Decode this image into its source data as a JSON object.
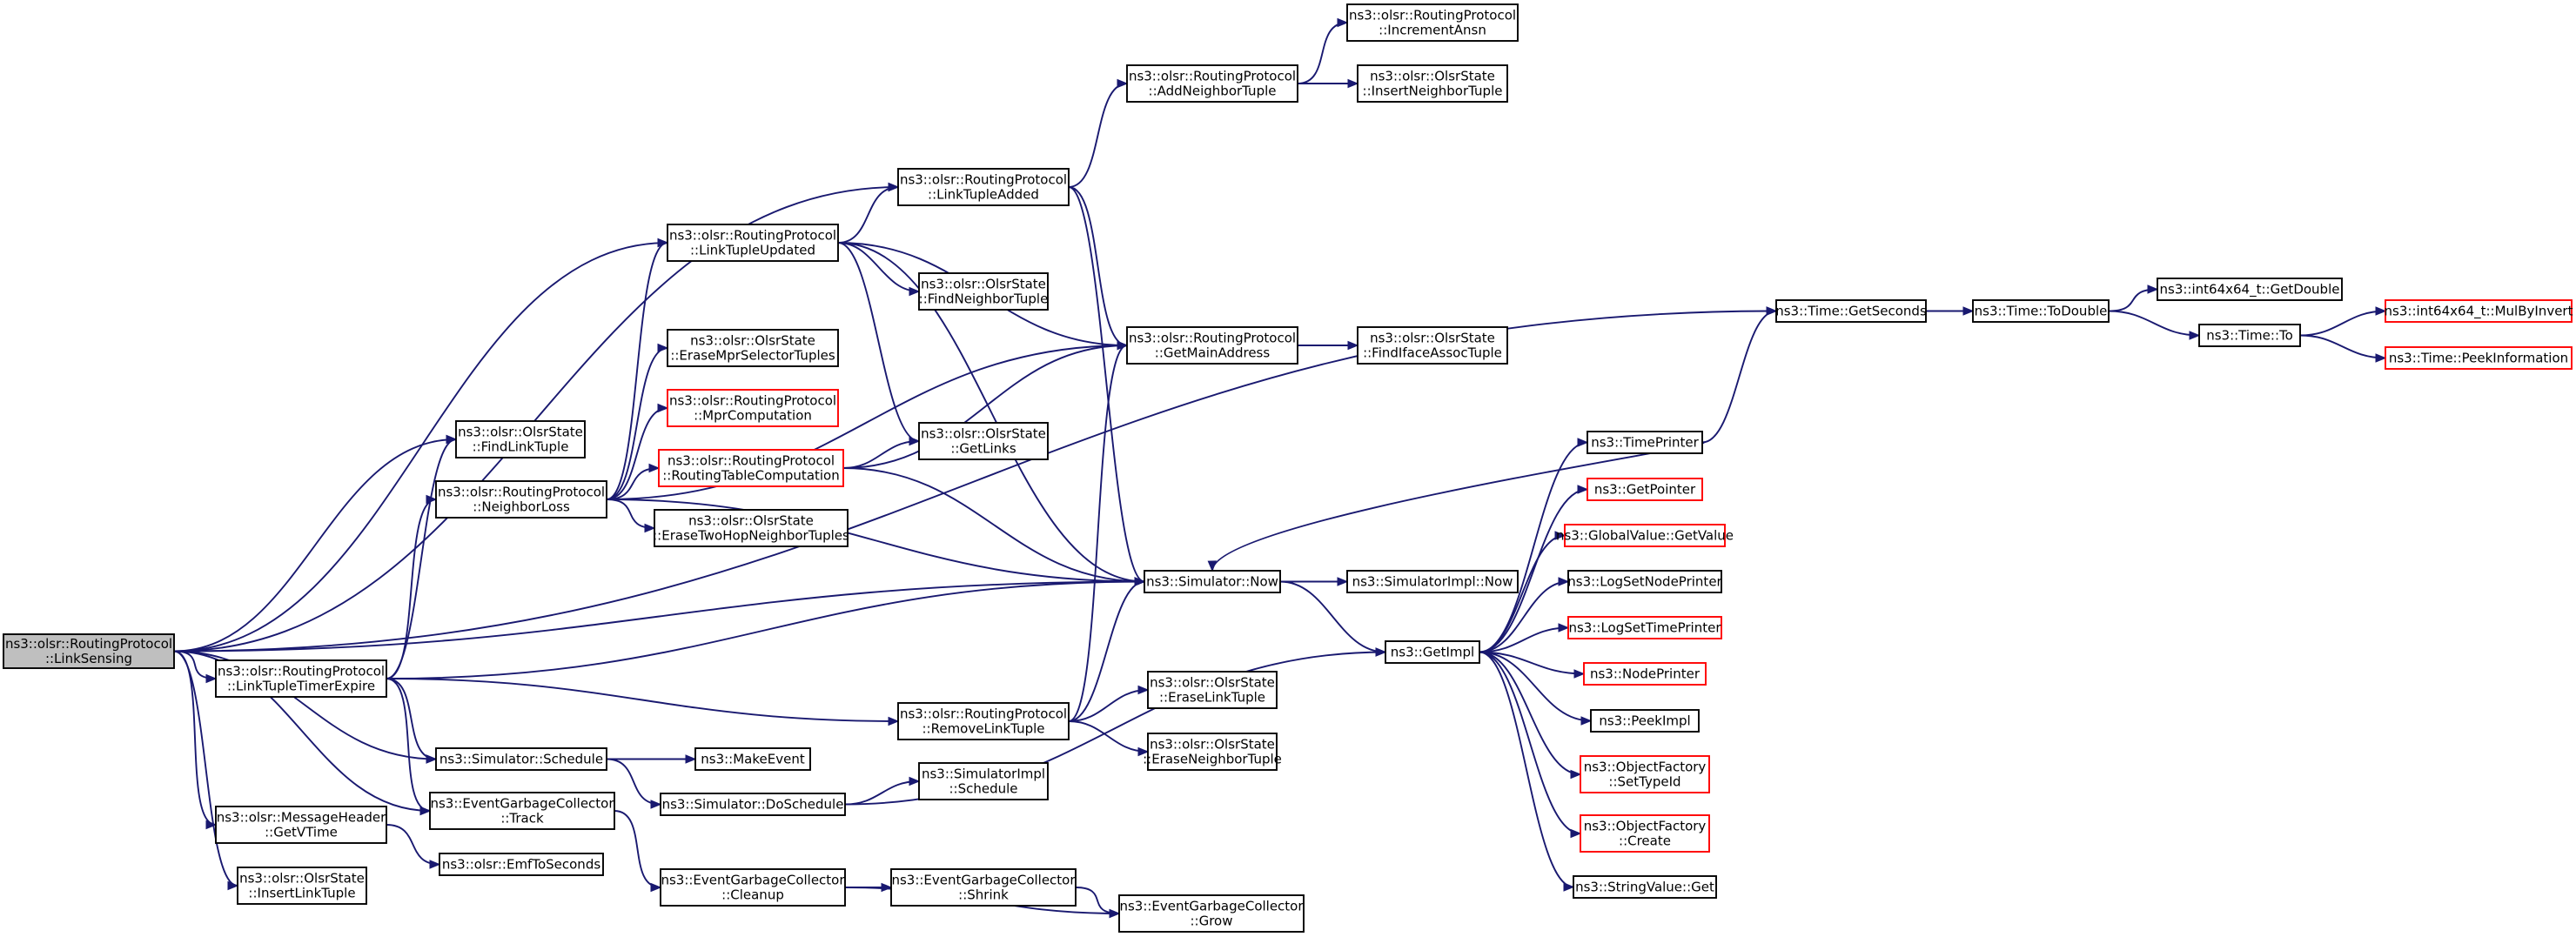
{
  "graph": {
    "direction": "LR",
    "colors": {
      "edge": "#191970",
      "border": "#000000",
      "truncated_border": "#ff0000",
      "focus_fill": "#bfbfbf",
      "background": "#ffffff"
    },
    "nodes": [
      {
        "id": "linksensing",
        "lines": [
          "ns3::olsr::RoutingProtocol",
          "::LinkSensing"
        ],
        "style": "focus"
      },
      {
        "id": "linktupletimerexpire",
        "lines": [
          "ns3::olsr::RoutingProtocol",
          "::LinkTupleTimerExpire"
        ],
        "style": "normal"
      },
      {
        "id": "msgheader-getvtime",
        "lines": [
          "ns3::olsr::MessageHeader",
          "::GetVTime"
        ],
        "style": "normal"
      },
      {
        "id": "insertlinktuple",
        "lines": [
          "ns3::olsr::OlsrState",
          "::InsertLinkTuple"
        ],
        "style": "normal"
      },
      {
        "id": "findlinktuple",
        "lines": [
          "ns3::olsr::OlsrState",
          "::FindLinkTuple"
        ],
        "style": "normal"
      },
      {
        "id": "neighborloss",
        "lines": [
          "ns3::olsr::RoutingProtocol",
          "::NeighborLoss"
        ],
        "style": "normal"
      },
      {
        "id": "sim-schedule",
        "lines": [
          "ns3::Simulator::Schedule"
        ],
        "style": "normal"
      },
      {
        "id": "egc-track",
        "lines": [
          "ns3::EventGarbageCollector",
          "::Track"
        ],
        "style": "normal"
      },
      {
        "id": "emftoseconds",
        "lines": [
          "ns3::olsr::EmfToSeconds"
        ],
        "style": "normal"
      },
      {
        "id": "linktupleupdated",
        "lines": [
          "ns3::olsr::RoutingProtocol",
          "::LinkTupleUpdated"
        ],
        "style": "normal"
      },
      {
        "id": "erasemprselectortuples",
        "lines": [
          "ns3::olsr::OlsrState",
          "::EraseMprSelectorTuples"
        ],
        "style": "normal"
      },
      {
        "id": "mprcomputation",
        "lines": [
          "ns3::olsr::RoutingProtocol",
          "::MprComputation"
        ],
        "style": "truncated"
      },
      {
        "id": "routingtablecomputation",
        "lines": [
          "ns3::olsr::RoutingProtocol",
          "::RoutingTableComputation"
        ],
        "style": "truncated"
      },
      {
        "id": "erasetwohopneighbortuples",
        "lines": [
          "ns3::olsr::OlsrState",
          "::EraseTwoHopNeighborTuples"
        ],
        "style": "normal"
      },
      {
        "id": "makeevent",
        "lines": [
          "ns3::MakeEvent"
        ],
        "style": "normal"
      },
      {
        "id": "sim-doschedule",
        "lines": [
          "ns3::Simulator::DoSchedule"
        ],
        "style": "normal"
      },
      {
        "id": "egc-cleanup",
        "lines": [
          "ns3::EventGarbageCollector",
          "::Cleanup"
        ],
        "style": "normal"
      },
      {
        "id": "linktupleadded",
        "lines": [
          "ns3::olsr::RoutingProtocol",
          "::LinkTupleAdded"
        ],
        "style": "normal"
      },
      {
        "id": "removelinktuple",
        "lines": [
          "ns3::olsr::RoutingProtocol",
          "::RemoveLinkTuple"
        ],
        "style": "normal"
      },
      {
        "id": "simulatorimpl-schedule",
        "lines": [
          "ns3::SimulatorImpl",
          "::Schedule"
        ],
        "style": "normal"
      },
      {
        "id": "egc-shrink",
        "lines": [
          "ns3::EventGarbageCollector",
          "::Shrink"
        ],
        "style": "normal"
      },
      {
        "id": "findneighbortuple",
        "lines": [
          "ns3::olsr::OlsrState",
          "::FindNeighborTuple"
        ],
        "style": "normal"
      },
      {
        "id": "getlinks",
        "lines": [
          "ns3::olsr::OlsrState",
          "::GetLinks"
        ],
        "style": "normal"
      },
      {
        "id": "addneighbortuple",
        "lines": [
          "ns3::olsr::RoutingProtocol",
          "::AddNeighborTuple"
        ],
        "style": "normal"
      },
      {
        "id": "getmainaddress",
        "lines": [
          "ns3::olsr::RoutingProtocol",
          "::GetMainAddress"
        ],
        "style": "normal"
      },
      {
        "id": "sim-now",
        "lines": [
          "ns3::Simulator::Now"
        ],
        "style": "normal"
      },
      {
        "id": "eraselinktuple",
        "lines": [
          "ns3::olsr::OlsrState",
          "::EraseLinkTuple"
        ],
        "style": "normal"
      },
      {
        "id": "eraseneighbortuple",
        "lines": [
          "ns3::olsr::OlsrState",
          "::EraseNeighborTuple"
        ],
        "style": "normal"
      },
      {
        "id": "egc-grow",
        "lines": [
          "ns3::EventGarbageCollector",
          "::Grow"
        ],
        "style": "normal"
      },
      {
        "id": "incrementansn",
        "lines": [
          "ns3::olsr::RoutingProtocol",
          "::IncrementAnsn"
        ],
        "style": "normal"
      },
      {
        "id": "insertneighbortuple",
        "lines": [
          "ns3::olsr::OlsrState",
          "::InsertNeighborTuple"
        ],
        "style": "normal"
      },
      {
        "id": "findifaceassoctuple",
        "lines": [
          "ns3::olsr::OlsrState",
          "::FindIfaceAssocTuple"
        ],
        "style": "normal"
      },
      {
        "id": "simulatorimpl-now",
        "lines": [
          "ns3::SimulatorImpl::Now"
        ],
        "style": "normal"
      },
      {
        "id": "getimpl",
        "lines": [
          "ns3::GetImpl"
        ],
        "style": "normal"
      },
      {
        "id": "timeprinter",
        "lines": [
          "ns3::TimePrinter"
        ],
        "style": "normal"
      },
      {
        "id": "getpointer",
        "lines": [
          "ns3::GetPointer"
        ],
        "style": "truncated"
      },
      {
        "id": "globalvalue-getvalue",
        "lines": [
          "ns3::GlobalValue::GetValue"
        ],
        "style": "truncated"
      },
      {
        "id": "logsetnodeprinter",
        "lines": [
          "ns3::LogSetNodePrinter"
        ],
        "style": "normal"
      },
      {
        "id": "logsettimeprinter",
        "lines": [
          "ns3::LogSetTimePrinter"
        ],
        "style": "truncated"
      },
      {
        "id": "nodeprinter",
        "lines": [
          "ns3::NodePrinter"
        ],
        "style": "truncated"
      },
      {
        "id": "peekimpl",
        "lines": [
          "ns3::PeekImpl"
        ],
        "style": "normal"
      },
      {
        "id": "objectfactory-settypeid",
        "lines": [
          "ns3::ObjectFactory",
          "::SetTypeId"
        ],
        "style": "truncated"
      },
      {
        "id": "objectfactory-create",
        "lines": [
          "ns3::ObjectFactory",
          "::Create"
        ],
        "style": "truncated"
      },
      {
        "id": "stringvalue-get",
        "lines": [
          "ns3::StringValue::Get"
        ],
        "style": "normal"
      },
      {
        "id": "time-getseconds",
        "lines": [
          "ns3::Time::GetSeconds"
        ],
        "style": "normal"
      },
      {
        "id": "time-todouble",
        "lines": [
          "ns3::Time::ToDouble"
        ],
        "style": "normal"
      },
      {
        "id": "int64x64-getdouble",
        "lines": [
          "ns3::int64x64_t::GetDouble"
        ],
        "style": "normal"
      },
      {
        "id": "time-to",
        "lines": [
          "ns3::Time::To"
        ],
        "style": "normal"
      },
      {
        "id": "int64x64-mulbyinvert",
        "lines": [
          "ns3::int64x64_t::MulByInvert"
        ],
        "style": "truncated"
      },
      {
        "id": "time-peekinformation",
        "lines": [
          "ns3::Time::PeekInformation"
        ],
        "style": "truncated"
      }
    ],
    "edges": [
      [
        "linksensing",
        "time-getseconds"
      ],
      [
        "linksensing",
        "linktupleadded"
      ],
      [
        "linksensing",
        "linktupleupdated"
      ],
      [
        "linksensing",
        "findlinktuple"
      ],
      [
        "linksensing",
        "sim-now"
      ],
      [
        "linksensing",
        "linktupletimerexpire"
      ],
      [
        "linksensing",
        "sim-schedule"
      ],
      [
        "linksensing",
        "egc-track"
      ],
      [
        "linksensing",
        "msgheader-getvtime"
      ],
      [
        "linksensing",
        "insertlinktuple"
      ],
      [
        "linktupletimerexpire",
        "findlinktuple"
      ],
      [
        "linktupletimerexpire",
        "neighborloss"
      ],
      [
        "linktupletimerexpire",
        "sim-now"
      ],
      [
        "linktupletimerexpire",
        "removelinktuple"
      ],
      [
        "linktupletimerexpire",
        "sim-schedule"
      ],
      [
        "linktupletimerexpire",
        "egc-track"
      ],
      [
        "msgheader-getvtime",
        "emftoseconds"
      ],
      [
        "neighborloss",
        "linktupleupdated"
      ],
      [
        "neighborloss",
        "getmainaddress"
      ],
      [
        "neighborloss",
        "erasemprselectortuples"
      ],
      [
        "neighborloss",
        "mprcomputation"
      ],
      [
        "neighborloss",
        "routingtablecomputation"
      ],
      [
        "neighborloss",
        "erasetwohopneighbortuples"
      ],
      [
        "neighborloss",
        "sim-now"
      ],
      [
        "sim-schedule",
        "makeevent"
      ],
      [
        "sim-schedule",
        "sim-doschedule"
      ],
      [
        "egc-track",
        "egc-cleanup"
      ],
      [
        "linktupleupdated",
        "linktupleadded"
      ],
      [
        "linktupleupdated",
        "getmainaddress"
      ],
      [
        "linktupleupdated",
        "findneighbortuple"
      ],
      [
        "linktupleupdated",
        "getlinks"
      ],
      [
        "linktupleupdated",
        "sim-now"
      ],
      [
        "routingtablecomputation",
        "getlinks"
      ],
      [
        "routingtablecomputation",
        "getmainaddress"
      ],
      [
        "routingtablecomputation",
        "sim-now"
      ],
      [
        "sim-doschedule",
        "simulatorimpl-schedule"
      ],
      [
        "sim-doschedule",
        "getimpl"
      ],
      [
        "egc-cleanup",
        "egc-shrink"
      ],
      [
        "egc-cleanup",
        "egc-grow"
      ],
      [
        "linktupleadded",
        "addneighbortuple"
      ],
      [
        "linktupleadded",
        "getmainaddress"
      ],
      [
        "linktupleadded",
        "sim-now"
      ],
      [
        "removelinktuple",
        "getmainaddress"
      ],
      [
        "removelinktuple",
        "sim-now"
      ],
      [
        "removelinktuple",
        "eraselinktuple"
      ],
      [
        "removelinktuple",
        "eraseneighbortuple"
      ],
      [
        "egc-shrink",
        "egc-grow"
      ],
      [
        "addneighbortuple",
        "incrementansn"
      ],
      [
        "addneighbortuple",
        "insertneighbortuple"
      ],
      [
        "getmainaddress",
        "findifaceassoctuple"
      ],
      [
        "sim-now",
        "simulatorimpl-now"
      ],
      [
        "sim-now",
        "getimpl"
      ],
      [
        "getimpl",
        "timeprinter"
      ],
      [
        "getimpl",
        "getpointer"
      ],
      [
        "getimpl",
        "globalvalue-getvalue"
      ],
      [
        "getimpl",
        "logsetnodeprinter"
      ],
      [
        "getimpl",
        "logsettimeprinter"
      ],
      [
        "getimpl",
        "nodeprinter"
      ],
      [
        "getimpl",
        "peekimpl"
      ],
      [
        "getimpl",
        "objectfactory-settypeid"
      ],
      [
        "getimpl",
        "objectfactory-create"
      ],
      [
        "getimpl",
        "stringvalue-get"
      ],
      [
        "timeprinter",
        "sim-now"
      ],
      [
        "timeprinter",
        "time-getseconds"
      ],
      [
        "time-getseconds",
        "time-todouble"
      ],
      [
        "time-todouble",
        "int64x64-getdouble"
      ],
      [
        "time-todouble",
        "time-to"
      ],
      [
        "time-to",
        "int64x64-mulbyinvert"
      ],
      [
        "time-to",
        "time-peekinformation"
      ]
    ]
  }
}
